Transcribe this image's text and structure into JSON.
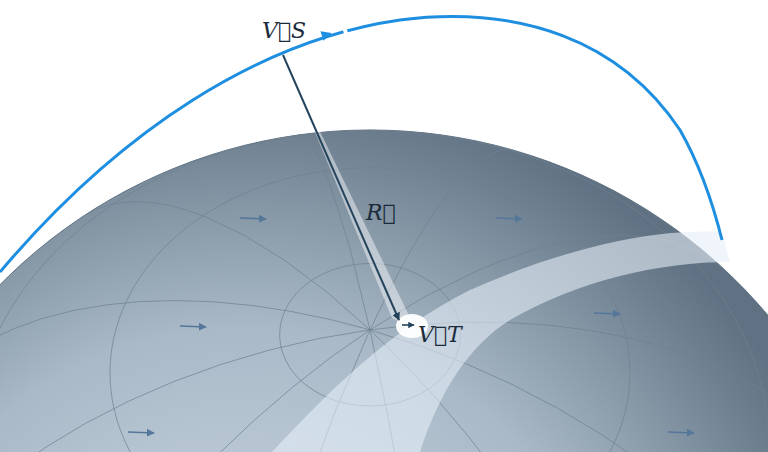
{
  "diagram": {
    "labels": [
      "V⃗S",
      "R⃗",
      "V⃗T"
    ]
  }
}
